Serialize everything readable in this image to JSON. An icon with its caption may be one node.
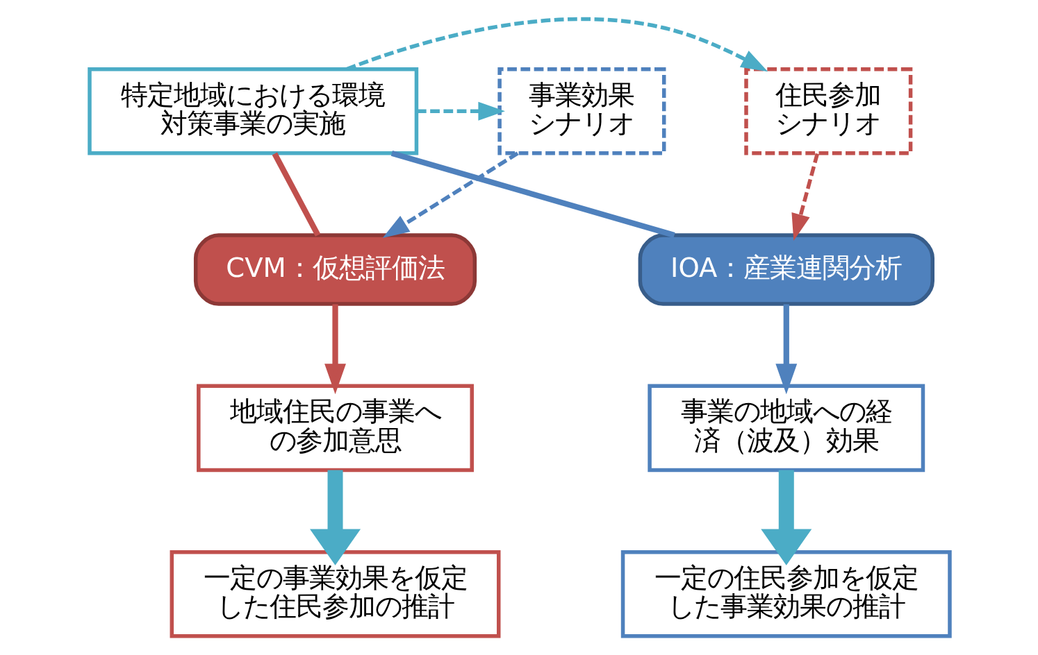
{
  "diagram": {
    "nodes": [
      {
        "text": [
          "住民参加シナリオ"
        ]
      },
      {
        "text": [
          "特定地域における環境対策事業の実施"
        ]
      },
      {
        "text": [
          "事業効果シナリオ"
        ]
      },
      {
        "text": [
          "IOA：産業連関分析"
        ]
      },
      {
        "text": [
          "CVM：仮想評価法"
        ]
      },
      {
        "text": [
          "事業の地域への経済（波及）効果"
        ]
      },
      {
        "text": [
          "地域住民の事業への参加意思"
        ]
      },
      {
        "text": [
          "一定の住民参加を仮定した事業効果の推計"
        ]
      },
      {
        "text": [
          "一定の事業効果を仮定した住民参加の推計"
        ]
      }
    ],
    "edges": [
      {
        "from": 1,
        "to": 0,
        "arrow": "to",
        "style": "dashed",
        "color": "#4bacc6"
      },
      {
        "from": 1,
        "to": 2,
        "arrow": "to",
        "style": "dashed",
        "color": "#4bacc6"
      },
      {
        "from": 0,
        "to": 3,
        "arrow": "to",
        "style": "dashed",
        "color": "#c0504d"
      },
      {
        "from": 2,
        "to": 4,
        "arrow": "to",
        "style": "dashed",
        "color": "#4f81bd"
      },
      {
        "from": 1,
        "to": 3,
        "arrow": "none",
        "color": "#4f81bd"
      },
      {
        "from": 1,
        "to": 4,
        "arrow": "none",
        "color": "#c0504d"
      },
      {
        "from": 3,
        "to": 5,
        "arrow": "to",
        "color": "#4f81bd"
      },
      {
        "from": 4,
        "to": 6,
        "arrow": "to",
        "color": "#c0504d"
      },
      {
        "from": 5,
        "to": 7,
        "arrow": "to",
        "style": "thick",
        "color": "#4bacc6"
      },
      {
        "from": 6,
        "to": 8,
        "arrow": "to",
        "style": "thick",
        "color": "#4bacc6"
      }
    ]
  }
}
